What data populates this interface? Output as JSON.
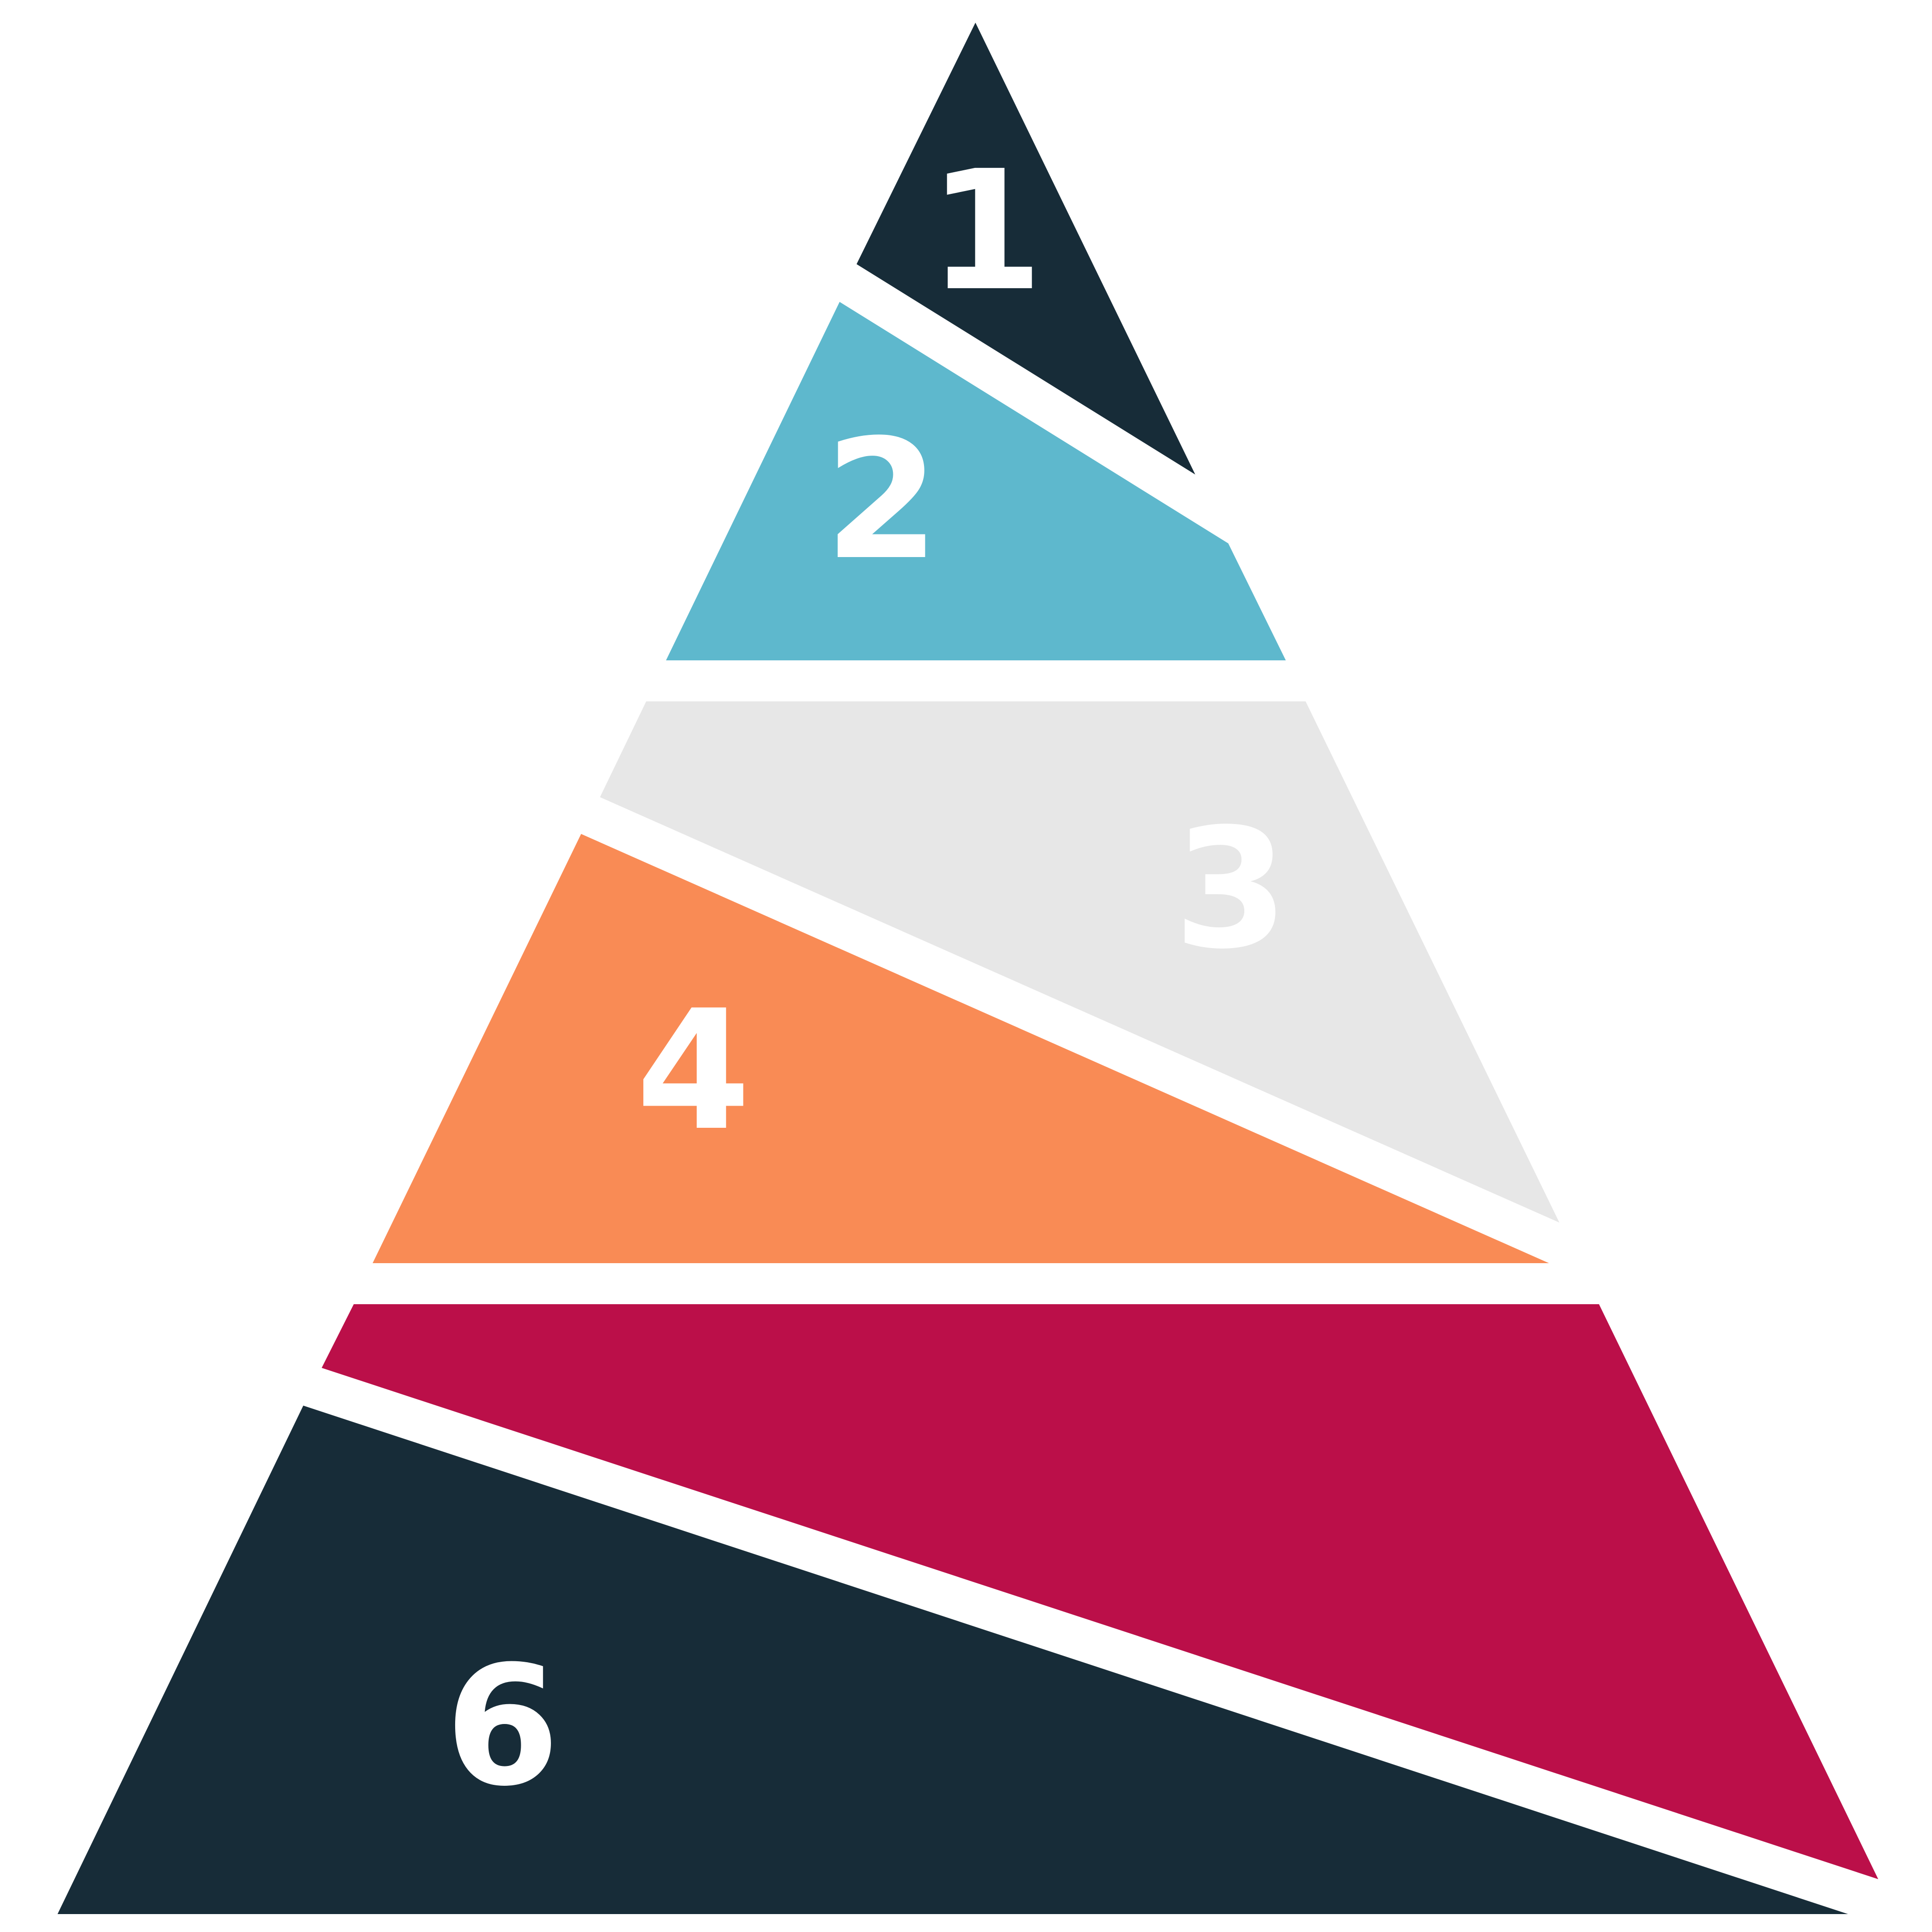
{
  "diagram": {
    "type": "segmented-pyramid",
    "segments": [
      {
        "id": "segment-1",
        "label": "1",
        "fill": "#172c38",
        "text_color": "#ffffff"
      },
      {
        "id": "segment-2",
        "label": "2",
        "fill": "#5eb8cd",
        "text_color": "#ffffff"
      },
      {
        "id": "segment-3",
        "label": "3",
        "fill": "#e7e7e7",
        "text_color": "#ffffff"
      },
      {
        "id": "segment-4",
        "label": "4",
        "fill": "#f98b55",
        "text_color": "#ffffff"
      },
      {
        "id": "segment-5",
        "label": "",
        "fill": "#bb0f49",
        "text_color": "#ffffff"
      },
      {
        "id": "segment-6",
        "label": "6",
        "fill": "#172c38",
        "text_color": "#ffffff"
      }
    ]
  }
}
